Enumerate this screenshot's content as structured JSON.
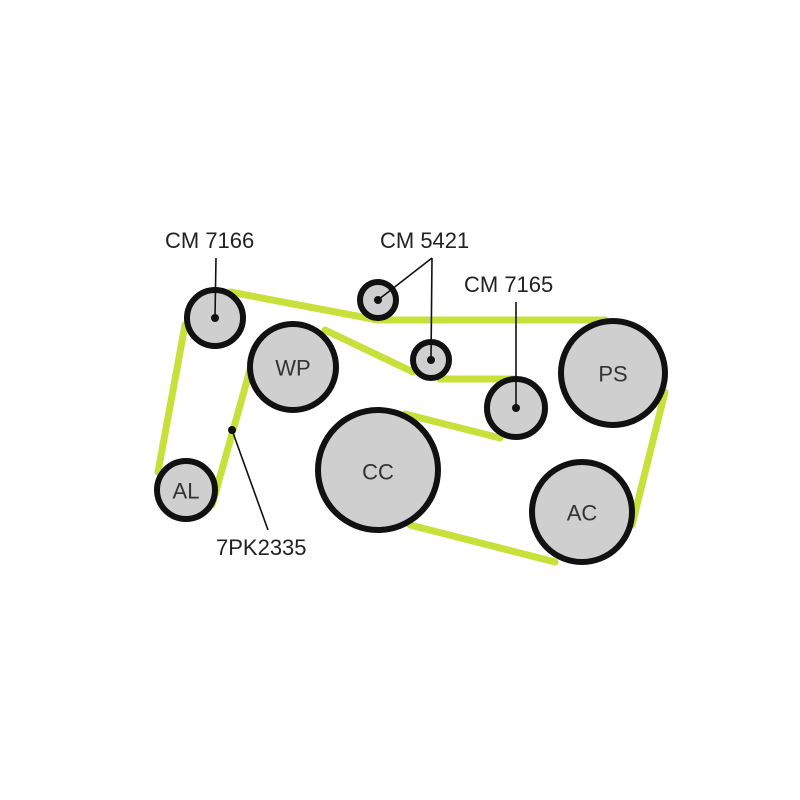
{
  "colors": {
    "belt": "#c8e03a",
    "pulley_fill": "#cfcfcf",
    "outline": "#111111"
  },
  "labels": {
    "cm7166": "CM 7166",
    "cm5421": "CM 5421",
    "cm7165": "CM 7165",
    "belt": "7PK2335"
  },
  "pulleys": {
    "wp": "WP",
    "ps": "PS",
    "cc": "CC",
    "ac": "AC",
    "al": "AL"
  }
}
